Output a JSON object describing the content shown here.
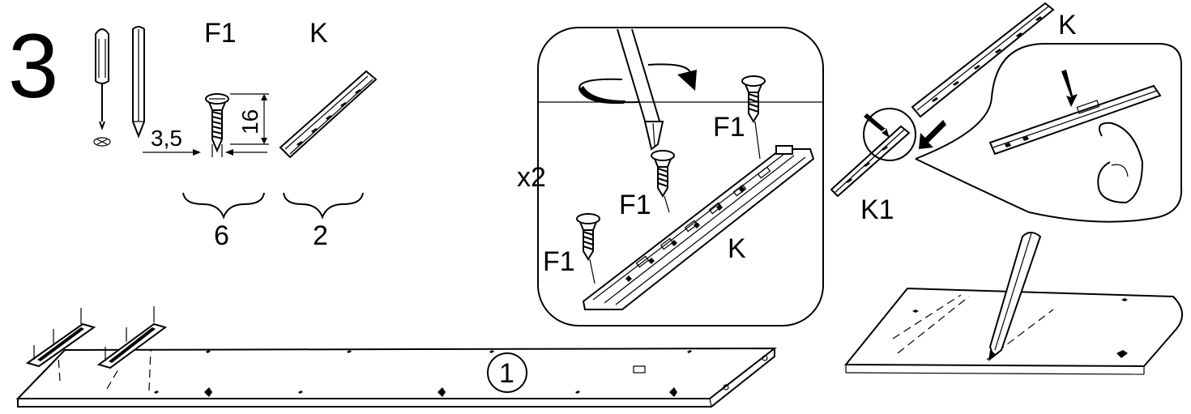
{
  "step": {
    "number": "3"
  },
  "parts": {
    "screw_label": "F1",
    "rail_label": "K",
    "screw_diameter": "3,5",
    "screw_length": "16",
    "screw_qty": "6",
    "rail_qty": "2"
  },
  "detail_center": {
    "multiplier": "x2",
    "screw_label_1": "F1",
    "screw_label_2": "F1",
    "screw_label_3": "F1",
    "rail_label": "K"
  },
  "detail_right": {
    "rail_label": "K",
    "release_label": "K1"
  },
  "bottom": {
    "panel_number": "1"
  }
}
